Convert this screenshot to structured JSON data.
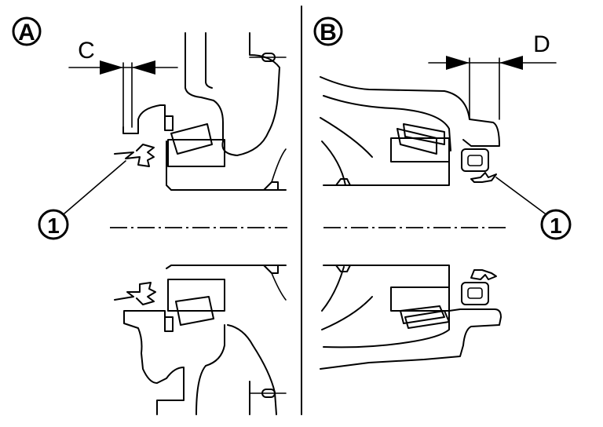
{
  "views": [
    {
      "id": "A",
      "label": "A",
      "dimension_label": "C",
      "callout_label": "1"
    },
    {
      "id": "B",
      "label": "B",
      "dimension_label": "D",
      "callout_label": "1"
    }
  ]
}
